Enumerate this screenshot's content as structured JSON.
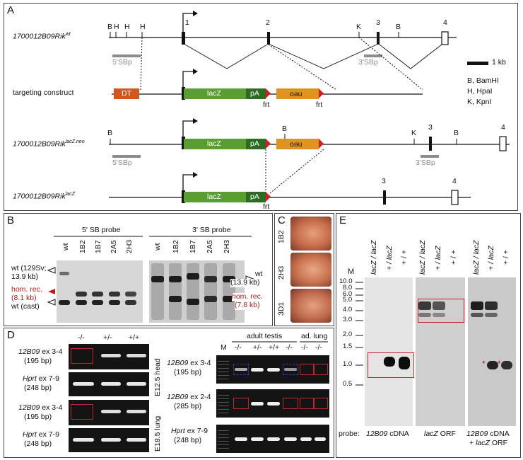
{
  "panels": {
    "a": "A",
    "b": "B",
    "c": "C",
    "d": "D",
    "e": "E"
  },
  "panelA": {
    "allele_wt": "1700012B09Rik",
    "allele_wt_sup": "wt",
    "targeting": "targeting construct",
    "allele_neo": "1700012B09Rik",
    "allele_neo_sup": "lacZ.neo",
    "allele_lacz": "1700012B09Rik",
    "allele_lacz_sup": "lacZ",
    "exons": [
      "1",
      "2",
      "3",
      "4"
    ],
    "sites": {
      "B": "B",
      "H": "H",
      "K": "K"
    },
    "probe5": "5'SBp",
    "probe3": "3'SBp",
    "scale": "1 kb",
    "legend": [
      "B, BamHI",
      "H, HpaI",
      "K, KpnI"
    ],
    "cassette": {
      "dt": "DT",
      "lacz": "lacZ",
      "pa": "pA",
      "neo": "neo",
      "frt": "frt"
    }
  },
  "panelB": {
    "title5": "5' SB probe",
    "title3": "3' SB probe",
    "lanes": [
      "wt",
      "1B2",
      "1B7",
      "2A5",
      "2H3"
    ],
    "left_labels": [
      "wt (129Sv;",
      "13.9 kb)",
      "hom. rec.",
      "(8.1 kb)",
      "wt (cast)"
    ],
    "right_labels": [
      "wt",
      "(13.9 kb)",
      "hom. rec.",
      "(7.8 kb)"
    ]
  },
  "panelC": {
    "clones": [
      "1B2",
      "2H3",
      "3D1"
    ]
  },
  "panelD": {
    "left_genotypes": [
      "-/-",
      "+/-",
      "+/+"
    ],
    "left_rows": [
      {
        "gene": "12B09",
        "label": " ex 3-4",
        "size": "(195 bp)"
      },
      {
        "gene": "Hprt",
        "label": " ex 7-9",
        "size": "(248 bp)"
      },
      {
        "gene": "12B09",
        "label": " ex 3-4",
        "size": "(195 bp)"
      },
      {
        "gene": "Hprt",
        "label": " ex 7-9",
        "size": "(248 bp)"
      }
    ],
    "tissues": [
      "E12.5 head",
      "E18.5 lung"
    ],
    "adult_testis": "adult testis",
    "ad_lung": "ad. lung",
    "marker": "M",
    "right_genotypes": [
      "-/-",
      "+/-",
      "+/+",
      "-/-",
      "-/-",
      "-/-"
    ],
    "right_rows": [
      {
        "gene": "12B09",
        "label": " ex 3-4",
        "size": "(195 bp)"
      },
      {
        "gene": "12B09",
        "label": " ex 2-4",
        "size": "(285 bp)"
      },
      {
        "gene": "Hprt",
        "label": " ex 7-9",
        "size": "(248 bp)"
      }
    ]
  },
  "panelE": {
    "marker": "M",
    "ladder": [
      "10.0",
      "8.0",
      "6.0",
      "5.0",
      "4.0",
      "3.0",
      "2.0",
      "1.5",
      "1.0",
      "0.5"
    ],
    "lanes": [
      "lacZ / lacZ",
      "+ / lacZ",
      "+ / +"
    ],
    "probe_label": "probe:",
    "probes": [
      "12B09 cDNA",
      "lacZ ORF",
      "12B09 cDNA",
      "+ lacZ ORF"
    ],
    "star": "*"
  }
}
